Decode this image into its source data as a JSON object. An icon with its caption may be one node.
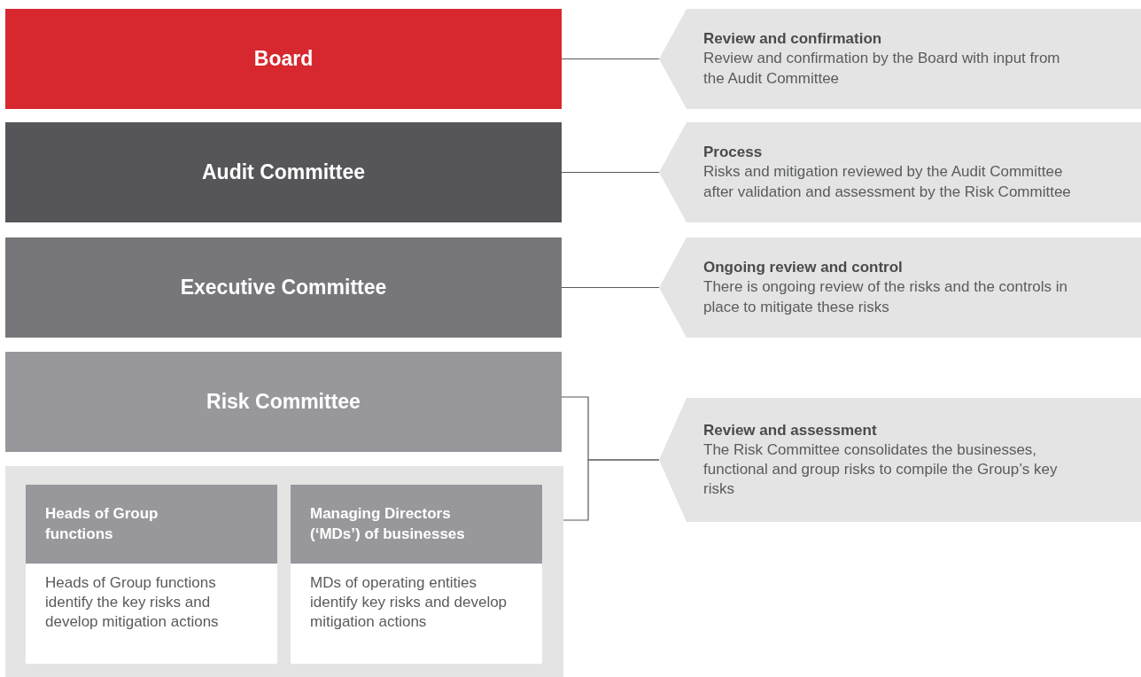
{
  "diagram": {
    "nodes": [
      {
        "text": [
          "Board"
        ]
      },
      {
        "text": [
          "Review and confirmation",
          "Review and confirmation by the Board with input from the Audit Committee"
        ]
      },
      {
        "text": [
          "Audit Committee"
        ]
      },
      {
        "text": [
          "Process",
          "Risks and mitigation reviewed by the Audit Committee after validation and assessment by the Risk Committee"
        ]
      },
      {
        "text": [
          "Executive Committee"
        ]
      },
      {
        "text": [
          "Ongoing review and control",
          "There is ongoing review of the risks and the controls in place to mitigate these risks"
        ]
      },
      {
        "text": [
          "Risk Committee"
        ]
      },
      {
        "text": [
          "Review and assessment",
          "The Risk Committee consolidates the businesses, functional and group risks to compile the Group’s key risks"
        ]
      },
      {
        "text": [],
        "shape": "box"
      },
      {
        "text": [
          "Heads of Group functions",
          "Heads of Group functions identify the key risks and develop mitigation actions"
        ],
        "in": 8
      },
      {
        "text": [
          "Managing Directors (‘MDs’) of businesses",
          "MDs of operating entities identify key risks and develop mitigation actions"
        ],
        "in": 8
      }
    ],
    "edges": [
      {
        "from": 0,
        "to": 1,
        "arrow": "none"
      },
      {
        "from": 2,
        "to": 3,
        "arrow": "none"
      },
      {
        "from": 4,
        "to": 5,
        "arrow": "none"
      },
      {
        "from": 6,
        "to": 7,
        "arrow": "none"
      },
      {
        "from": 8,
        "to": 7,
        "arrow": "none"
      }
    ]
  }
}
